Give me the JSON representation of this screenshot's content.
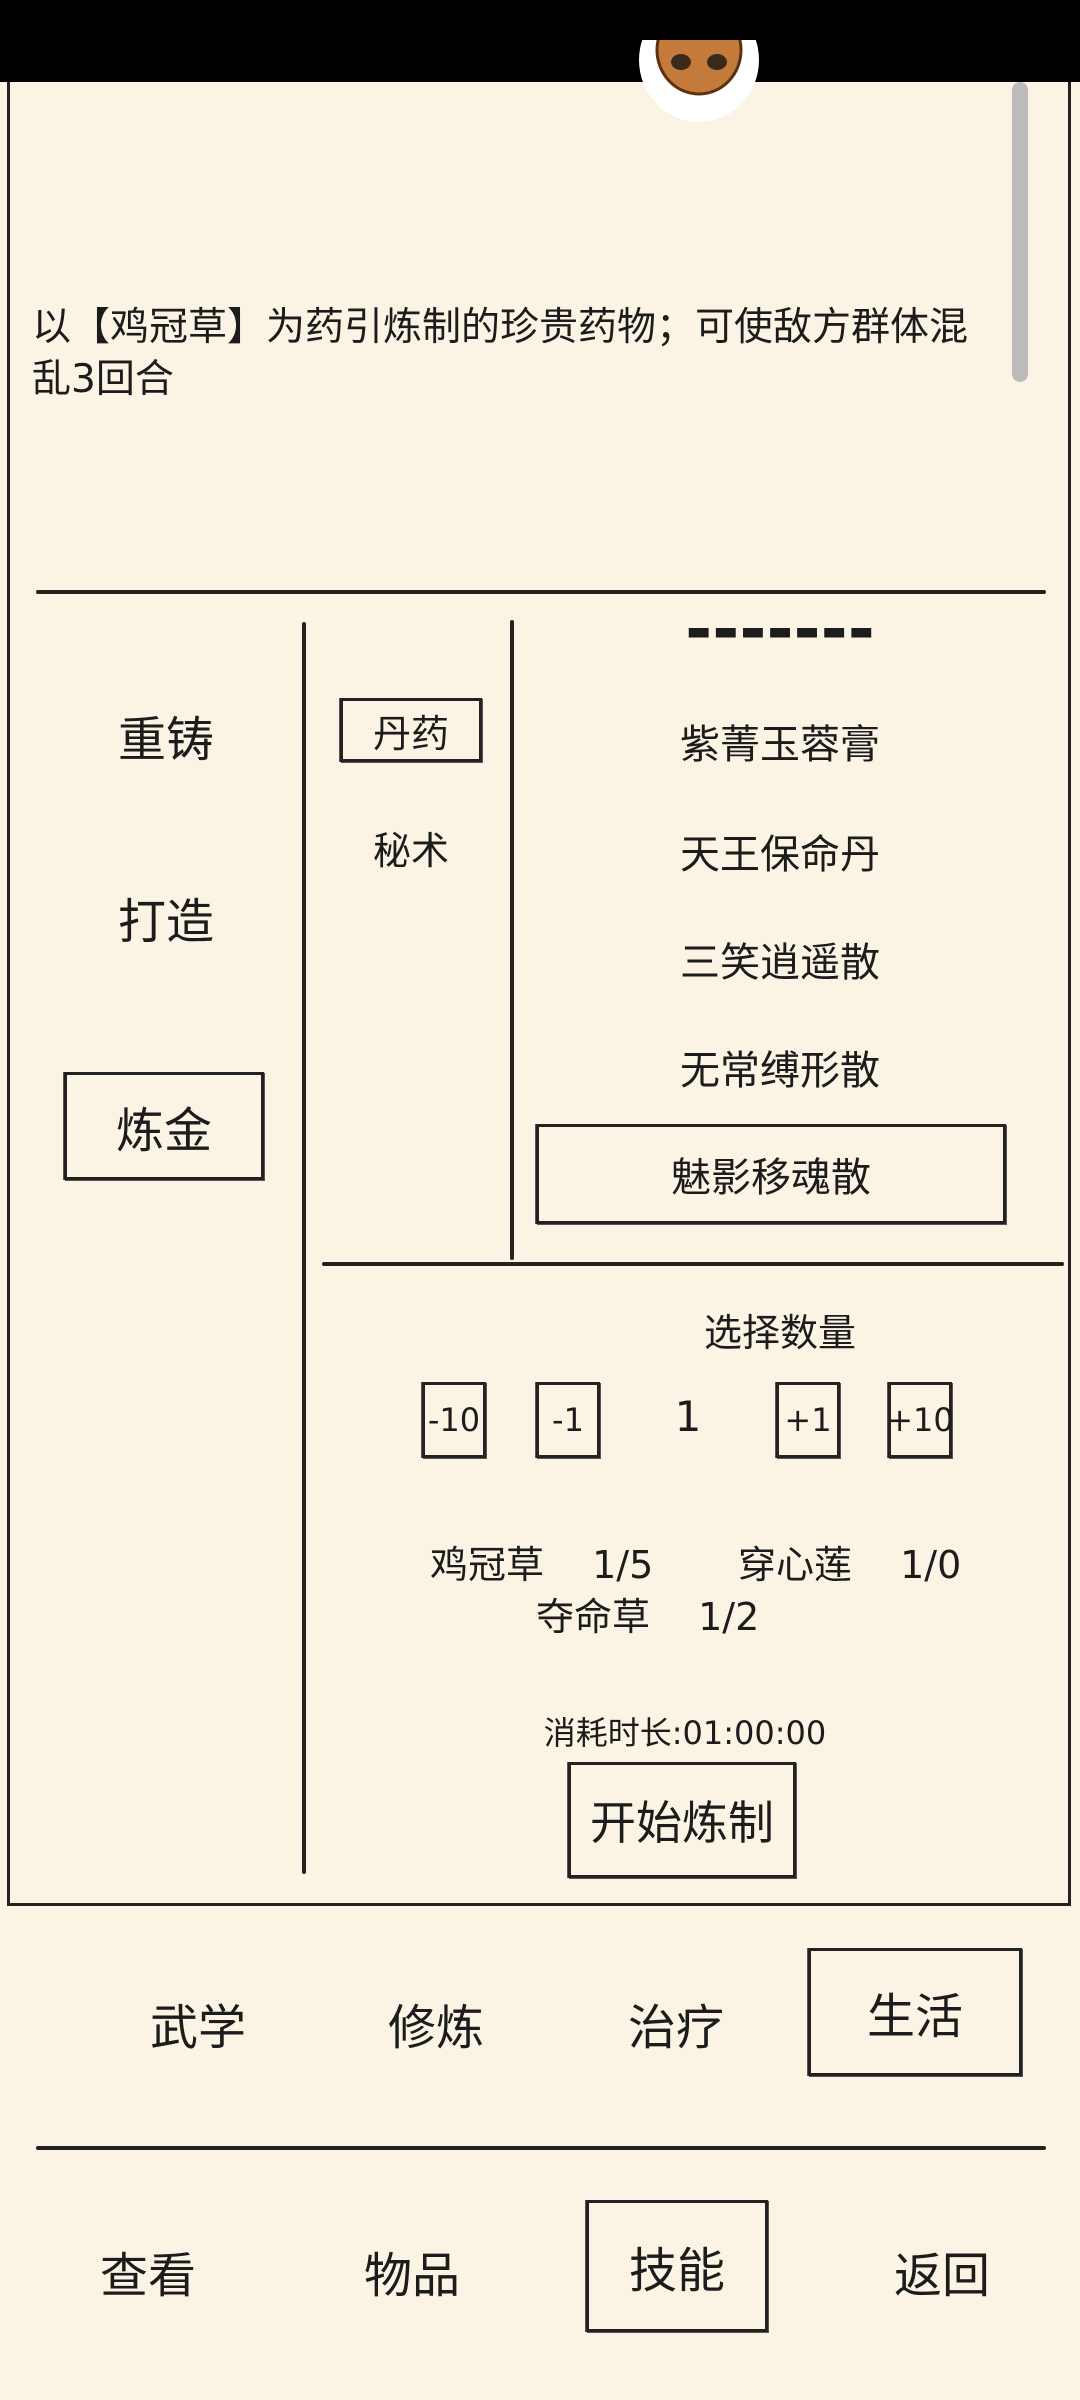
{
  "description": "以【鸡冠草】为药引炼制的珍贵药物；可使敌方群体混乱3回合",
  "left_menu": {
    "items": [
      {
        "label": "重铸"
      },
      {
        "label": "打造"
      },
      {
        "label": "炼金"
      }
    ],
    "selected_index": 2
  },
  "categories": {
    "items": [
      {
        "label": "丹药"
      },
      {
        "label": "秘术"
      }
    ],
    "selected_index": 0
  },
  "recipes": {
    "items": [
      {
        "label": "紫菁玉蓉膏"
      },
      {
        "label": "天王保命丹"
      },
      {
        "label": "三笑逍遥散"
      },
      {
        "label": "无常缚形散"
      },
      {
        "label": "魅影移魂散"
      }
    ],
    "selected_index": 4
  },
  "quantity": {
    "title": "选择数量",
    "minus10": "-10",
    "minus1": "-1",
    "value": "1",
    "plus1": "+1",
    "plus10": "+10"
  },
  "materials": [
    {
      "name": "鸡冠草",
      "count": "1/5"
    },
    {
      "name": "穿心莲",
      "count": "1/0"
    },
    {
      "name": "夺命草",
      "count": "1/2"
    }
  ],
  "duration": "消耗时长:01:00:00",
  "start_button": "开始炼制",
  "skill_tabs": {
    "items": [
      {
        "label": "武学"
      },
      {
        "label": "修炼"
      },
      {
        "label": "治疗"
      },
      {
        "label": "生活"
      }
    ],
    "selected_index": 3
  },
  "bottom_nav": {
    "items": [
      {
        "label": "查看"
      },
      {
        "label": "物品"
      },
      {
        "label": "技能"
      },
      {
        "label": "返回"
      }
    ],
    "selected_index": 2
  }
}
